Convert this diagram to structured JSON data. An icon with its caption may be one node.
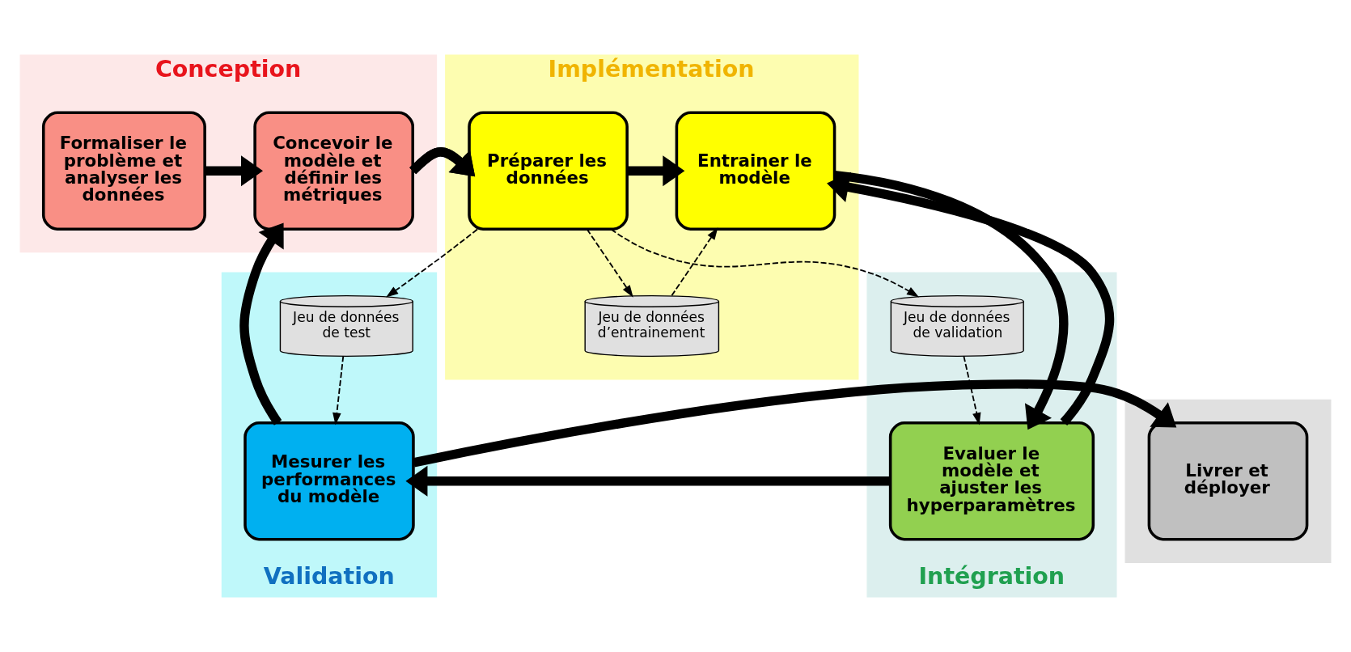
{
  "diagram": {
    "nodes": [
      {
        "text": [
          "Conception"
        ]
      },
      {
        "text": [
          "Formaliser le problème et analyser les données"
        ],
        "in": 0
      },
      {
        "text": [
          "Concevoir le modèle et définir les métriques"
        ],
        "in": 0
      },
      {
        "text": [
          "Implémentation"
        ]
      },
      {
        "text": [
          "Préparer les données"
        ],
        "in": 3
      },
      {
        "text": [
          "Entrainer le modèle"
        ],
        "in": 3
      },
      {
        "text": [
          "Jeu de données d’entrainement"
        ],
        "in": 3
      },
      {
        "text": [],
        "shape": "box"
      },
      {
        "text": [
          "Livrer et déployer"
        ],
        "in": 7
      },
      {
        "text": [
          "Validation"
        ]
      },
      {
        "text": [
          "Jeu de données de test"
        ],
        "in": 9
      },
      {
        "text": [
          "Mesurer les performances du modèle"
        ],
        "in": 9
      },
      {
        "text": [
          "Intégration"
        ]
      },
      {
        "text": [
          "Jeu de données de validation"
        ],
        "in": 12
      },
      {
        "text": [
          "Evaluer le modèle et ajuster les hyperparamètres"
        ],
        "in": 12
      }
    ],
    "edges": [
      {
        "from": 1,
        "to": 2,
        "arrow": "to"
      },
      {
        "from": 2,
        "to": 4,
        "arrow": "to"
      },
      {
        "from": 4,
        "to": 5,
        "arrow": "to"
      },
      {
        "from": 4,
        "to": 6,
        "arrow": "to",
        "style": "dashed"
      },
      {
        "from": 6,
        "to": 5,
        "arrow": "to",
        "style": "dashed"
      },
      {
        "from": 4,
        "to": 10,
        "arrow": "to",
        "style": "dashed"
      },
      {
        "from": 4,
        "to": 13,
        "arrow": "to",
        "style": "dashed"
      },
      {
        "from": 10,
        "to": 11,
        "arrow": "to",
        "style": "dashed"
      },
      {
        "from": 13,
        "to": 14,
        "arrow": "to",
        "style": "dashed"
      },
      {
        "from": 5,
        "to": 14,
        "arrow": "to"
      },
      {
        "from": 14,
        "to": 5,
        "arrow": "to"
      },
      {
        "from": 14,
        "to": 11,
        "arrow": "to"
      },
      {
        "from": 11,
        "to": 8,
        "arrow": "to"
      },
      {
        "from": 11,
        "to": 2,
        "arrow": "to"
      }
    ]
  }
}
